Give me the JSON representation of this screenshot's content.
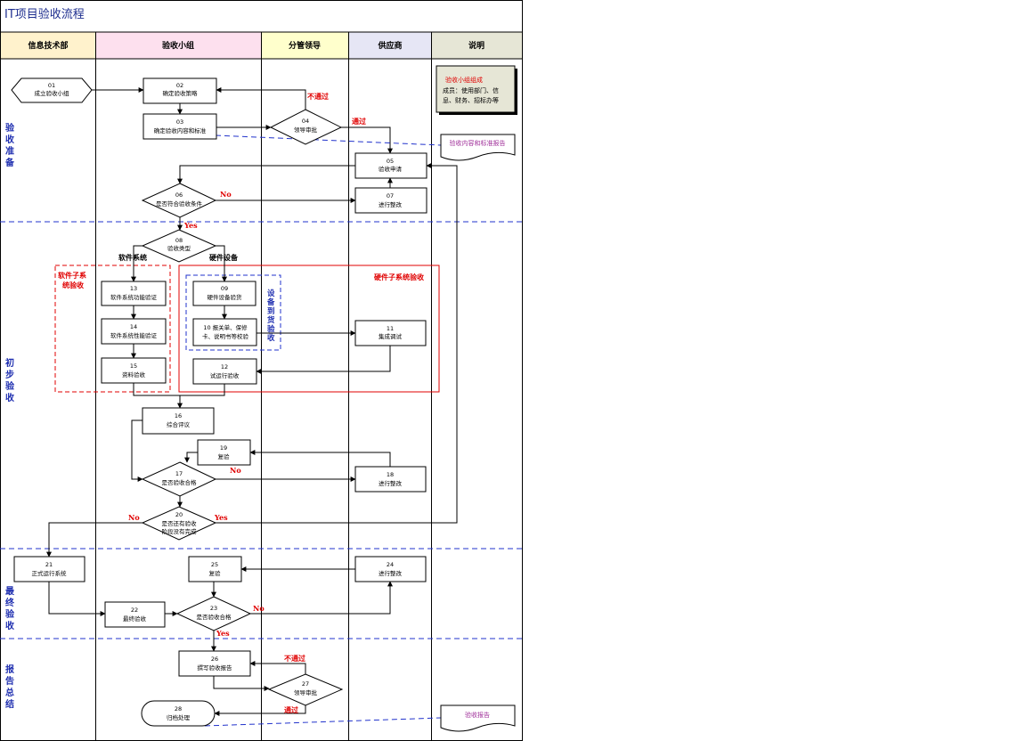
{
  "title": "IT项目验收流程",
  "columns": [
    "信息技术部",
    "验收小组",
    "分管领导",
    "供应商",
    "说明"
  ],
  "column_colors": [
    "#fff2cc",
    "#fde0ee",
    "#ffffcc",
    "#e6e6f5",
    "#e6e6d6"
  ],
  "phases": [
    "验收准备",
    "初步验收",
    "最终验收",
    "报告总结"
  ],
  "nodes": {
    "n01": [
      "01",
      "成立验收小组"
    ],
    "n02": [
      "02",
      "确定验收策略"
    ],
    "n03": [
      "03",
      "确定验收内容和标准"
    ],
    "n04": [
      "04",
      "领导审批"
    ],
    "n05": [
      "05",
      "验收申请"
    ],
    "n06": [
      "06",
      "是否符合验收条件"
    ],
    "n07": [
      "07",
      "进行整改"
    ],
    "n08": [
      "08",
      "验收类型"
    ],
    "n09": [
      "09",
      "硬件设备验货"
    ],
    "n10": [
      "10 报关单、保修",
      "卡、说明书等校验"
    ],
    "n11": [
      "11",
      "集成调试"
    ],
    "n12": [
      "12",
      "试运行验收"
    ],
    "n13": [
      "13",
      "软件系统功能验证"
    ],
    "n14": [
      "14",
      "软件系统性能验证"
    ],
    "n15": [
      "15",
      "资料验收"
    ],
    "n16": [
      "16",
      "综合评议"
    ],
    "n17": [
      "17",
      "是否验收合格"
    ],
    "n18": [
      "18",
      "进行整改"
    ],
    "n19": [
      "19",
      "复验"
    ],
    "n20": [
      "20",
      "是否还有验收",
      "阶段没有完成"
    ],
    "n21": [
      "21",
      "正式运行系统"
    ],
    "n22": [
      "22",
      "最终验收"
    ],
    "n23": [
      "23",
      "是否验收合格"
    ],
    "n24": [
      "24",
      "进行整改"
    ],
    "n25": [
      "25",
      "复验"
    ],
    "n26": [
      "26",
      "撰写验收报告"
    ],
    "n27": [
      "27",
      "领导审批"
    ],
    "n28": [
      "28",
      "归档处理"
    ]
  },
  "labels": {
    "not_pass_1": "不通过",
    "pass_1": "通过",
    "no_06": "No",
    "yes_06": "Yes",
    "software": "软件系统",
    "hardware": "硬件设备",
    "soft_sub_1": "软件子系",
    "soft_sub_2": "统验收",
    "hard_sub": "硬件子系统验收",
    "arrival_1": "设",
    "arrival_2": "备",
    "arrival_3": "到",
    "arrival_4": "货",
    "arrival_5": "验",
    "arrival_6": "收",
    "no_17": "No",
    "no_20": "No",
    "yes_20": "Yes",
    "no_23": "No",
    "yes_23": "Yes",
    "not_pass_2": "不通过",
    "pass_2": "通过"
  },
  "notes": {
    "team_title": "验收小组组成",
    "team_line1": "成员：使用部门、信",
    "team_line2": "息、财务、招标办等",
    "doc1": "验收内容和标准报告",
    "doc2": "验收报告"
  }
}
